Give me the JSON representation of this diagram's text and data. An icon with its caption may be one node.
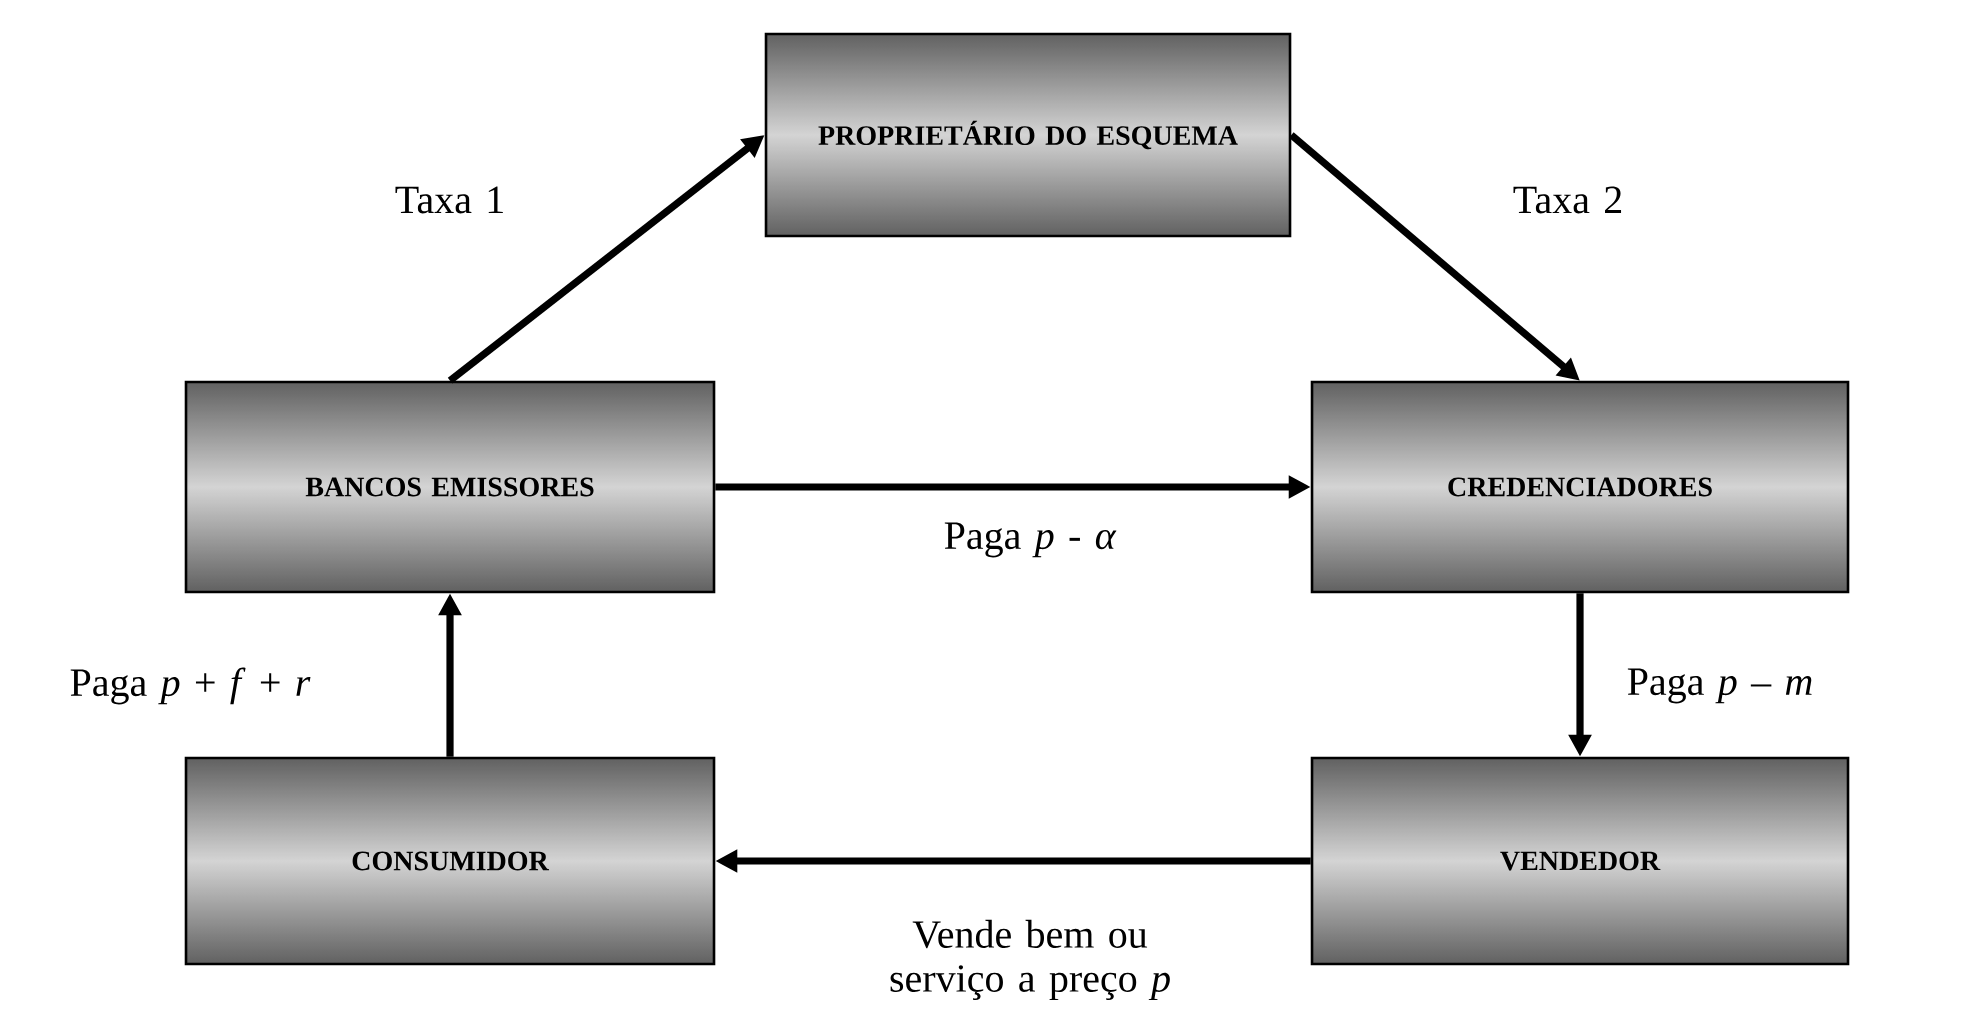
{
  "diagram": {
    "nodes": [
      {
        "text": [
          "PROPRIETÁRIO DO ESQUEMA"
        ]
      },
      {
        "text": [
          "BANCOS EMISSORES"
        ]
      },
      {
        "text": [
          "CREDENCIADORES"
        ]
      },
      {
        "text": [
          "CONSUMIDOR"
        ]
      },
      {
        "text": [
          "VENDEDOR"
        ]
      }
    ],
    "edges": [
      {
        "from": 1,
        "to": 0,
        "arrow": "to",
        "label": "Taxa 1"
      },
      {
        "from": 0,
        "to": 2,
        "arrow": "to",
        "label": "Taxa 2"
      },
      {
        "from": 1,
        "to": 2,
        "arrow": "to",
        "label": "Paga *p* - *α*"
      },
      {
        "from": 2,
        "to": 4,
        "arrow": "to",
        "label": "Paga *p* – *m*"
      },
      {
        "from": 4,
        "to": 3,
        "arrow": "to",
        "label": "Vende bem ou serviço a preço *p*"
      },
      {
        "from": 3,
        "to": 1,
        "arrow": "to",
        "label": "Paga *p* + *f* + *r*"
      }
    ]
  }
}
